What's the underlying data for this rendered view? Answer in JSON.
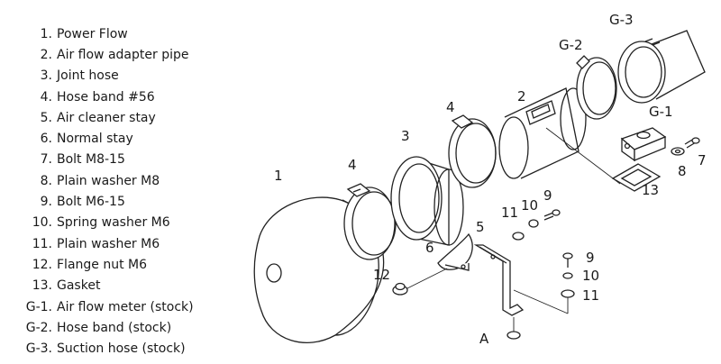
{
  "legend": [
    {
      "num": "1.",
      "label": "Power Flow"
    },
    {
      "num": "2.",
      "label": "Air flow adapter pipe"
    },
    {
      "num": "3.",
      "label": "Joint hose"
    },
    {
      "num": "4.",
      "label": "Hose band  #56"
    },
    {
      "num": "5.",
      "label": "Air cleaner stay"
    },
    {
      "num": "6.",
      "label": "Normal stay"
    },
    {
      "num": "7.",
      "label": "Bolt  M8-15"
    },
    {
      "num": "8.",
      "label": "Plain washer  M8"
    },
    {
      "num": "9.",
      "label": "Bolt  M6-15"
    },
    {
      "num": "10.",
      "label": "Spring washer  M6"
    },
    {
      "num": "11.",
      "label": "Plain washer  M6"
    },
    {
      "num": "12.",
      "label": "Flange nut  M6"
    },
    {
      "num": "13.",
      "label": "Gasket"
    },
    {
      "num": "G-1.",
      "label": "Air flow meter (stock)"
    },
    {
      "num": "G-2.",
      "label": "Hose band (stock)"
    },
    {
      "num": "G-3.",
      "label": "Suction hose (stock)"
    }
  ],
  "callouts": {
    "c1": "1",
    "c2": "2",
    "c3": "3",
    "c4a": "4",
    "c4b": "4",
    "c5": "5",
    "c6": "6",
    "c7": "7",
    "c8": "8",
    "c9a": "9",
    "c9b": "9",
    "c10a": "10",
    "c10b": "10",
    "c11a": "11",
    "c11b": "11",
    "c12": "12",
    "c13": "13",
    "cA": "A",
    "cG1": "G-1",
    "cG2": "G-2",
    "cG3": "G-3"
  }
}
